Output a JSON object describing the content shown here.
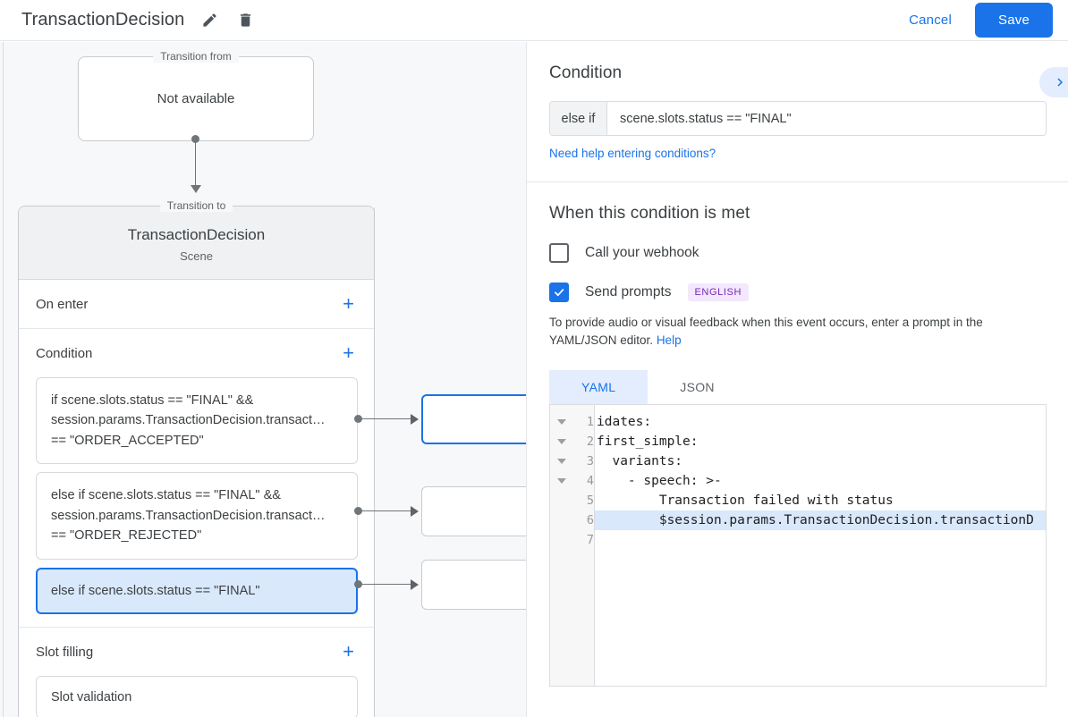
{
  "header": {
    "title": "TransactionDecision",
    "edit_icon": "pencil-icon",
    "delete_icon": "trash-icon",
    "cancel_label": "Cancel",
    "save_label": "Save",
    "accent_color": "#1a73e8"
  },
  "canvas": {
    "transition_from": {
      "legend": "Transition from",
      "value": "Not available"
    },
    "transition_to": {
      "legend": "Transition to",
      "title": "TransactionDecision",
      "subtitle": "Scene"
    },
    "sections": [
      {
        "label": "On enter",
        "add_icon": "plus-icon",
        "items": []
      },
      {
        "label": "Condition",
        "add_icon": "plus-icon",
        "items": [
          {
            "text": "if scene.slots.status == \"FINAL\" && session.params.TransactionDecision.transact… == \"ORDER_ACCEPTED\"",
            "selected": false
          },
          {
            "text": "else if scene.slots.status == \"FINAL\" && session.params.TransactionDecision.transact… == \"ORDER_REJECTED\"",
            "selected": false
          },
          {
            "text": "else if scene.slots.status == \"FINAL\"",
            "selected": true
          }
        ]
      },
      {
        "label": "Slot filling",
        "add_icon": "plus-icon",
        "items": [
          {
            "text": "Slot validation",
            "selected": false
          }
        ]
      }
    ],
    "targets": [
      {
        "selected": true
      },
      {
        "selected": false
      },
      {
        "selected": false
      }
    ]
  },
  "panel": {
    "collapse_icon": "chevron-right-icon",
    "condition": {
      "heading": "Condition",
      "operator": "else if",
      "expression": "scene.slots.status == \"FINAL\"",
      "help_link": "Need help entering conditions?"
    },
    "when_met": {
      "heading": "When this condition is met",
      "webhook": {
        "label": "Call your webhook",
        "checked": false
      },
      "prompts": {
        "label": "Send prompts",
        "checked": true,
        "badge": "ENGLISH",
        "badge_bg": "#f3e8fd",
        "badge_fg": "#7627bb"
      },
      "helper_text": "To provide audio or visual feedback when this event occurs, enter a prompt in the YAML/JSON editor.",
      "helper_link": "Help"
    },
    "editor": {
      "tabs": [
        {
          "label": "YAML",
          "active": true
        },
        {
          "label": "JSON",
          "active": false
        }
      ],
      "lines": [
        {
          "num": "1",
          "text": "idates:",
          "fold": true,
          "highlight": false
        },
        {
          "num": "2",
          "text": "first_simple:",
          "fold": true,
          "highlight": false
        },
        {
          "num": "3",
          "text": "  variants:",
          "fold": true,
          "highlight": false
        },
        {
          "num": "4",
          "text": "    - speech: >-",
          "fold": true,
          "highlight": false
        },
        {
          "num": "5",
          "text": "        Transaction failed with status",
          "fold": false,
          "highlight": false
        },
        {
          "num": "6",
          "text": "        $session.params.TransactionDecision.transactionD",
          "fold": false,
          "highlight": true
        },
        {
          "num": "7",
          "text": "",
          "fold": false,
          "highlight": false
        }
      ]
    }
  }
}
